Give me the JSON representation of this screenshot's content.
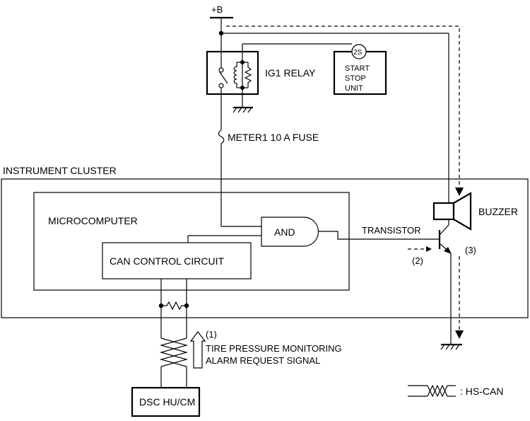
{
  "labels": {
    "supply": "+B",
    "ig1_relay": "IG1 RELAY",
    "start_stop_line1": "START",
    "start_stop_line2": "STOP",
    "start_stop_line3": "UNIT",
    "terminal_2s": "2S",
    "fuse": "METER1 10 A FUSE",
    "instrument_cluster": "INSTRUMENT CLUSTER",
    "microcomputer": "MICROCOMPUTER",
    "and_gate": "AND",
    "can_control_circuit": "CAN CONTROL CIRCUIT",
    "transistor": "TRANSISTOR",
    "buzzer": "BUZZER",
    "step1": "(1)",
    "step2": "(2)",
    "step3": "(3)",
    "signal_line1": "TIRE PRESSURE MONITORING",
    "signal_line2": "ALARM REQUEST SIGNAL",
    "dsc": "DSC HU/CM",
    "legend_hs_can": ": HS-CAN"
  }
}
